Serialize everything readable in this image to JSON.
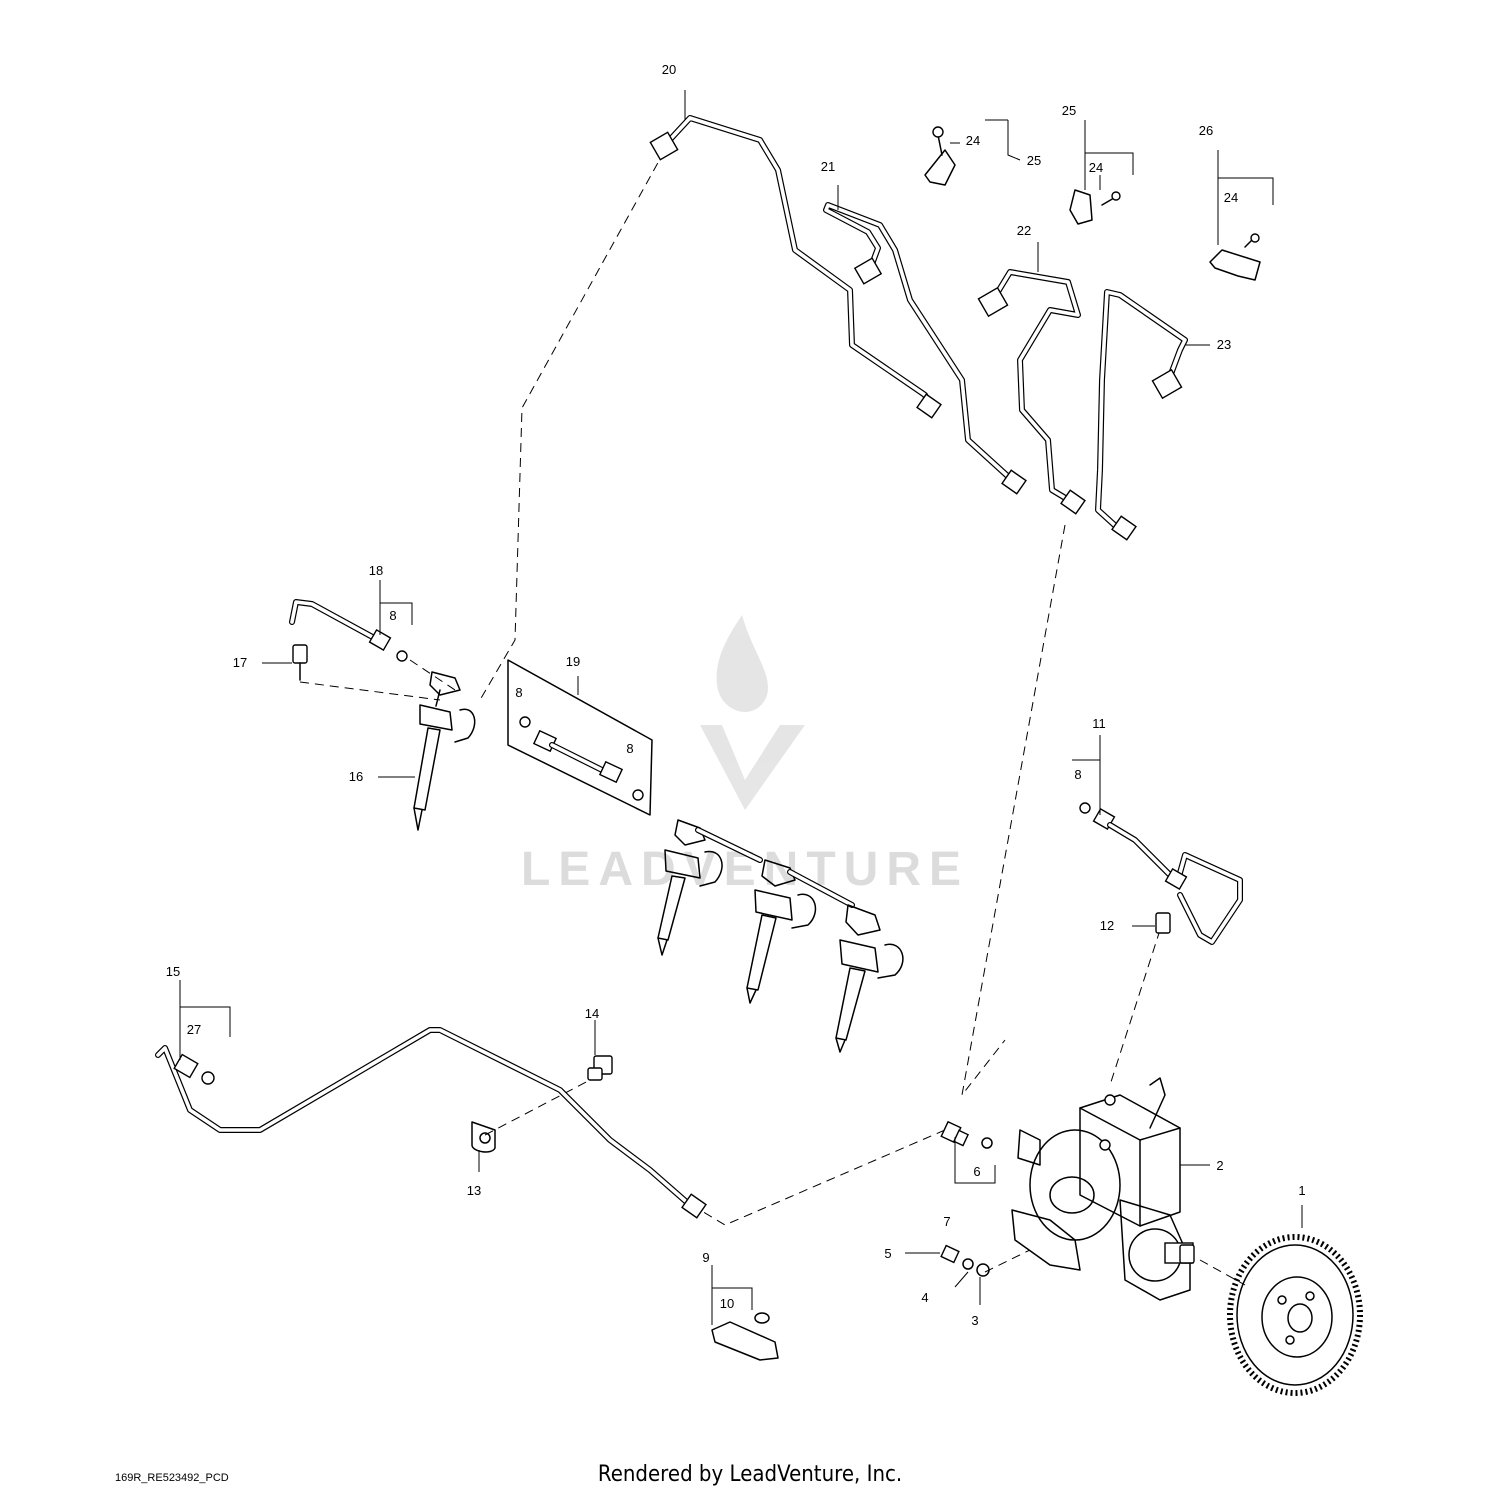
{
  "watermark": {
    "text": "LEADVENTURE",
    "color": "#d9d9d9"
  },
  "callouts": {
    "c1": "1",
    "c2": "2",
    "c3": "3",
    "c4": "4",
    "c5": "5",
    "c6": "6",
    "c7": "7",
    "c8a": "8",
    "c8b": "8",
    "c8c": "8",
    "c8d": "8",
    "c9": "9",
    "c10": "10",
    "c11": "11",
    "c12": "12",
    "c13": "13",
    "c14": "14",
    "c15": "15",
    "c16": "16",
    "c17": "17",
    "c18": "18",
    "c19": "19",
    "c20": "20",
    "c21": "21",
    "c22": "22",
    "c23": "23",
    "c24a": "24",
    "c24b": "24",
    "c24c": "24",
    "c25a": "25",
    "c25b": "25",
    "c26": "26",
    "c27": "27"
  },
  "footer": {
    "code": "169R_RE523492_PCD",
    "credit": "Rendered by LeadVenture, Inc."
  }
}
